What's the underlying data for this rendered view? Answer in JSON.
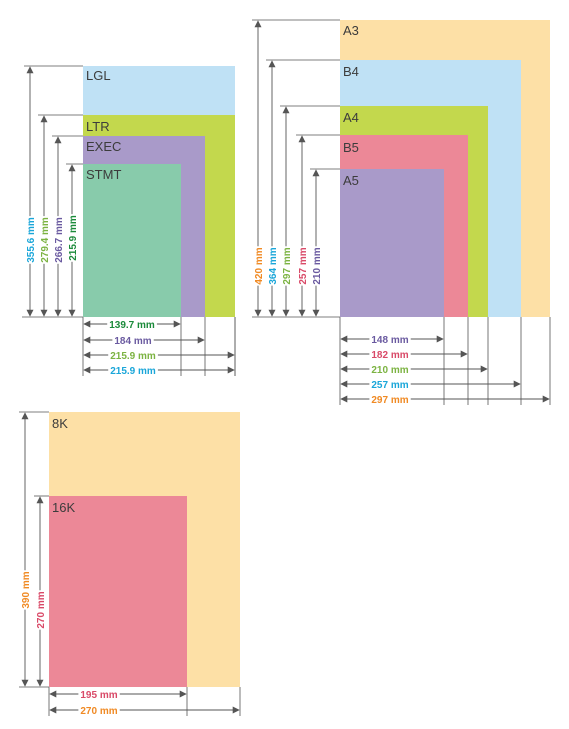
{
  "colors": {
    "blue": "#bfe1f5",
    "green": "#c3d84d",
    "purple": "#a99ac9",
    "teal": "#88cbab",
    "orange": "#fde0a6",
    "pink": "#ec8897",
    "line": "#555555",
    "text_cyan": "#1aa6d9",
    "text_green_light": "#7cb342",
    "text_purple": "#6a5aa0",
    "text_green_dark": "#1b8a3a",
    "text_orange": "#f08a24",
    "text_pink": "#d94a68"
  },
  "north_american": {
    "papers": [
      {
        "label": "LGL",
        "color": "blue",
        "dim_v": "355.6 mm",
        "dim_h": "215.9 mm",
        "v_color": "text_cyan",
        "h_color": "text_cyan"
      },
      {
        "label": "LTR",
        "color": "green",
        "dim_v": "279.4 mm",
        "dim_h": "215.9 mm",
        "v_color": "text_green_light",
        "h_color": "text_green_light"
      },
      {
        "label": "EXEC",
        "color": "purple",
        "dim_v": "266.7 mm",
        "dim_h": "184 mm",
        "v_color": "text_purple",
        "h_color": "text_purple"
      },
      {
        "label": "STMT",
        "color": "teal",
        "dim_v": "215.9 mm",
        "dim_h": "139.7 mm",
        "v_color": "text_green_dark",
        "h_color": "text_green_dark"
      }
    ]
  },
  "iso": {
    "papers": [
      {
        "label": "A3",
        "color": "orange",
        "dim_v": "420 mm",
        "dim_h": "297 mm",
        "v_color": "text_orange",
        "h_color": "text_orange"
      },
      {
        "label": "B4",
        "color": "blue",
        "dim_v": "364 mm",
        "dim_h": "257 mm",
        "v_color": "text_cyan",
        "h_color": "text_cyan"
      },
      {
        "label": "A4",
        "color": "green",
        "dim_v": "297 mm",
        "dim_h": "210 mm",
        "v_color": "text_green_light",
        "h_color": "text_green_light"
      },
      {
        "label": "B5",
        "color": "pink",
        "dim_v": "257 mm",
        "dim_h": "182 mm",
        "v_color": "text_pink",
        "h_color": "text_pink"
      },
      {
        "label": "A5",
        "color": "purple",
        "dim_v": "210 mm",
        "dim_h": "148 mm",
        "v_color": "text_purple",
        "h_color": "text_purple"
      }
    ]
  },
  "chinese": {
    "papers": [
      {
        "label": "8K",
        "color": "orange",
        "dim_v": "390 mm",
        "dim_h": "270 mm",
        "v_color": "text_orange",
        "h_color": "text_orange"
      },
      {
        "label": "16K",
        "color": "pink",
        "dim_v": "270 mm",
        "dim_h": "195 mm",
        "v_color": "text_pink",
        "h_color": "text_pink"
      }
    ]
  }
}
